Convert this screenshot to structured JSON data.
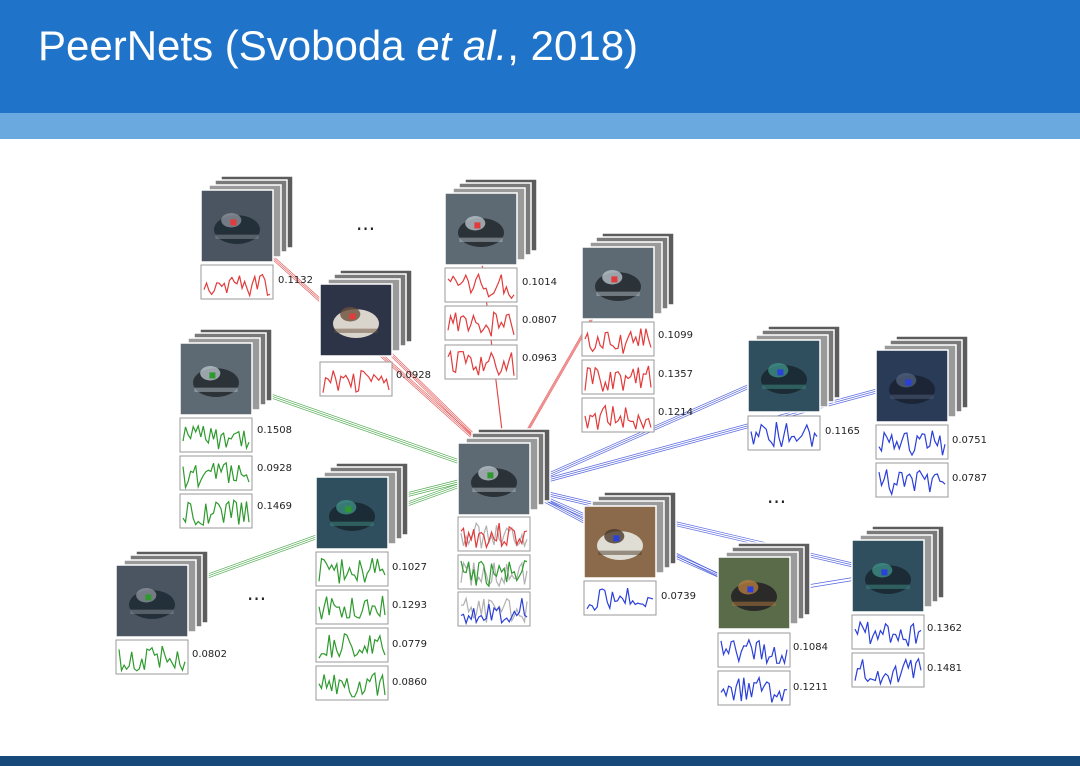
{
  "slide": {
    "title_main": "PeerNets (Svoboda ",
    "title_italic": "et al.",
    "title_tail": ", 2018)"
  },
  "colors": {
    "header": "#1f74c9",
    "header_band": "#6aa8e0",
    "footer": "#17497a",
    "red": "#e23b3b",
    "green": "#2e9a2e",
    "blue": "#2b3fd9"
  },
  "ellipsis": "...",
  "nodes": [
    {
      "id": "center",
      "image": "airplane",
      "color": "mixed",
      "values": []
    },
    {
      "id": "bird",
      "image": "bird",
      "color": "red",
      "values": [
        "0.1132"
      ]
    },
    {
      "id": "horse",
      "image": "horse",
      "color": "red",
      "values": [
        "0.0928"
      ]
    },
    {
      "id": "plane-top",
      "image": "airplane",
      "color": "red",
      "values": [
        "0.1014",
        "0.0807",
        "0.0963"
      ]
    },
    {
      "id": "plane-blue",
      "image": "airplane",
      "color": "red",
      "values": [
        "0.1099",
        "0.1357",
        "0.1214"
      ]
    },
    {
      "id": "plane-gray",
      "image": "airplane",
      "color": "green",
      "values": [
        "0.1508",
        "0.0928",
        "0.1469"
      ]
    },
    {
      "id": "truck-teal",
      "image": "truck",
      "color": "green",
      "values": [
        "0.1027",
        "0.1293",
        "0.0779",
        "0.0860"
      ]
    },
    {
      "id": "bird-gray",
      "image": "bird",
      "color": "green",
      "values": [
        "0.0802"
      ]
    },
    {
      "id": "truck-front",
      "image": "truck",
      "color": "blue",
      "values": [
        "0.1165"
      ]
    },
    {
      "id": "animal-dark",
      "image": "animal",
      "color": "blue",
      "values": [
        "0.0751",
        "0.0787"
      ]
    },
    {
      "id": "ship",
      "image": "ship",
      "color": "blue",
      "values": [
        "0.0739"
      ]
    },
    {
      "id": "dog",
      "image": "dog",
      "color": "blue",
      "values": [
        "0.1084",
        "0.1211"
      ]
    },
    {
      "id": "truck-green",
      "image": "truck",
      "color": "blue",
      "values": [
        "0.1362",
        "0.1481"
      ]
    }
  ]
}
